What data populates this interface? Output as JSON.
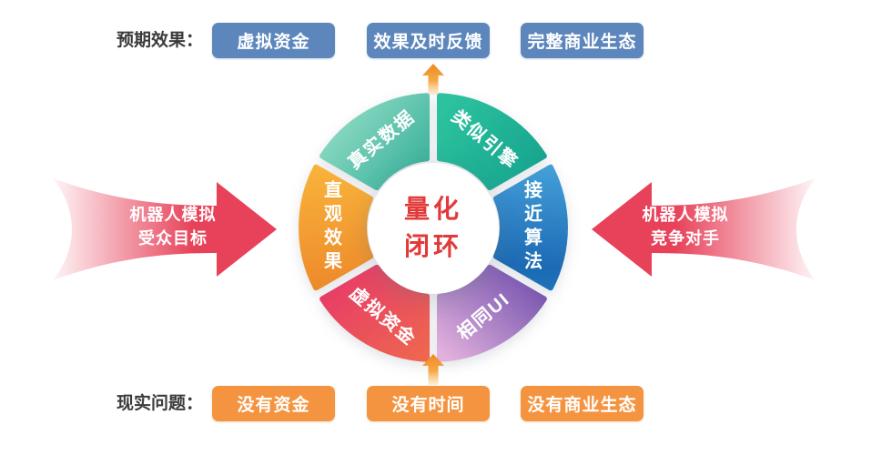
{
  "colors": {
    "expected_button": "#5d87bc",
    "problem_button": "#f59440",
    "row_label_text": "#3b3b3b",
    "center_text": "#e23a3a",
    "arrow_red": "#e7425a",
    "flow_arrow_orange": "#ee8a24"
  },
  "icons": {
    "flow_up_top": "up-arrow",
    "flow_up_bottom": "up-arrow"
  },
  "top_row": {
    "label": "预期效果：",
    "buttons": [
      {
        "label": "虚拟资金"
      },
      {
        "label": "效果及时反馈"
      },
      {
        "label": "完整商业生态"
      }
    ]
  },
  "bottom_row": {
    "label": "现实问题：",
    "buttons": [
      {
        "label": "没有资金"
      },
      {
        "label": "没有时间"
      },
      {
        "label": "没有商业生态"
      }
    ]
  },
  "center": {
    "line1": "量化",
    "line2": "闭环"
  },
  "ring": {
    "segments": [
      {
        "label": "真实数据",
        "position": "top-left",
        "color_from": "#93dcc6",
        "color_to": "#2cab94"
      },
      {
        "label": "类似引擎",
        "position": "top-right",
        "color_from": "#2cc29e",
        "color_to": "#16a38e"
      },
      {
        "label": "接近算法",
        "position": "right",
        "color_from": "#48a5dc",
        "color_mid": "#1c6ab4",
        "color_to": "#1f8fc0"
      },
      {
        "label": "相同UI",
        "position": "bottom-right",
        "color_from": "#7452ae",
        "color_to": "#e2b1dc"
      },
      {
        "label": "虚拟资金",
        "position": "bottom-left",
        "color_from": "#e73e66",
        "color_to": "#ee674f"
      },
      {
        "label": "直观效果",
        "position": "left",
        "color_from": "#f8b23a",
        "color_to": "#ee8a2b"
      }
    ]
  },
  "arrows": {
    "left": {
      "line1": "机器人模拟",
      "line2": "受众目标"
    },
    "right": {
      "line1": "机器人模拟",
      "line2": "竞争对手"
    }
  }
}
